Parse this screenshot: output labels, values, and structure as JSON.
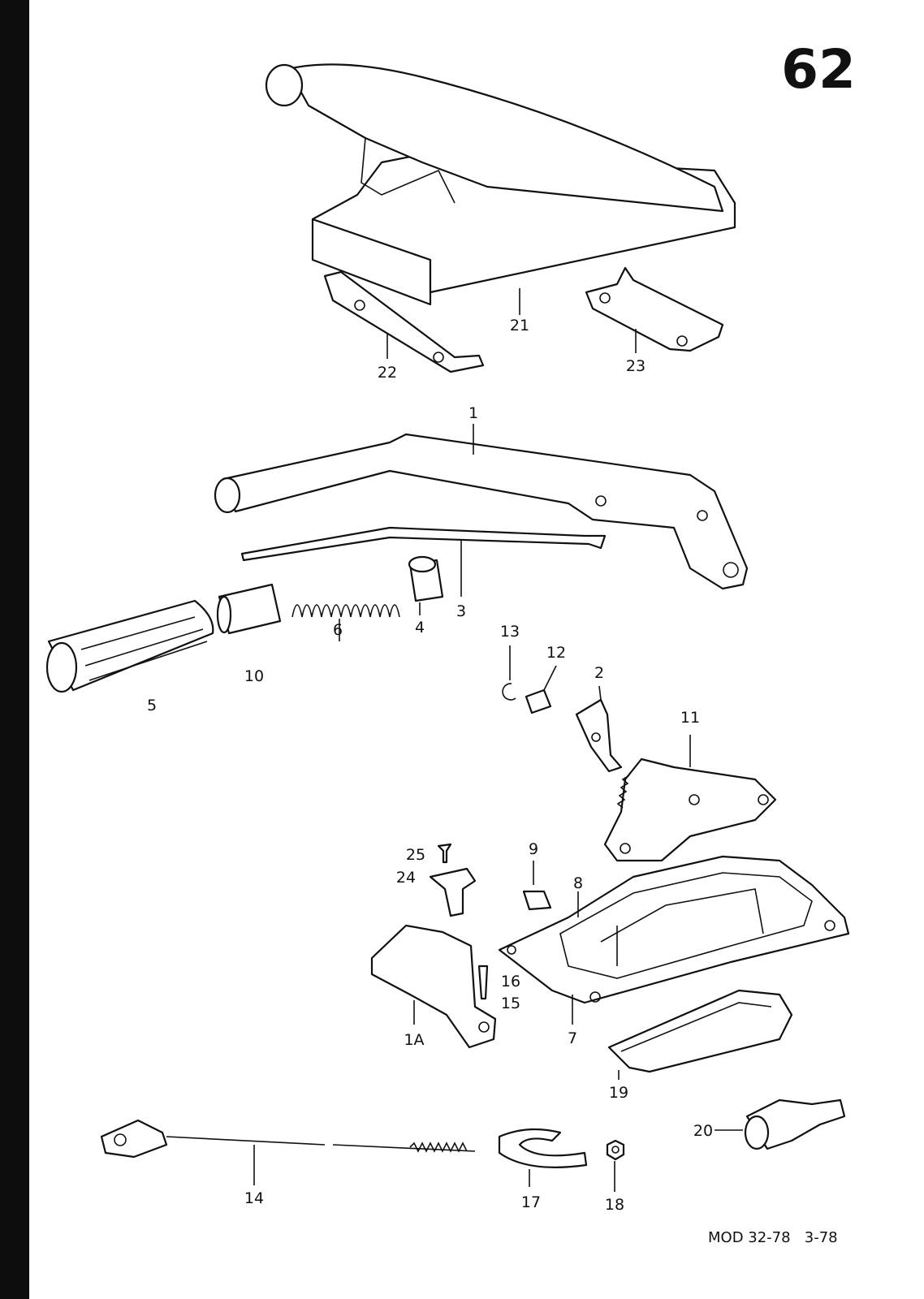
{
  "page_number": "62",
  "footer": "MOD 32-78   3-78",
  "part_labels": {
    "p21": "21",
    "p22": "22",
    "p23": "23",
    "p1": "1",
    "p3": "3",
    "p4": "4",
    "p6": "6",
    "p10": "10",
    "p5": "5",
    "p13": "13",
    "p12": "12",
    "p2": "2",
    "p11": "11",
    "p25": "25",
    "p24": "24",
    "p9": "9",
    "p8": "8",
    "p16": "16",
    "p15": "15",
    "p1A": "1A",
    "p7": "7",
    "p19": "19",
    "p20": "20",
    "p14": "14",
    "p17": "17",
    "p18": "18"
  }
}
